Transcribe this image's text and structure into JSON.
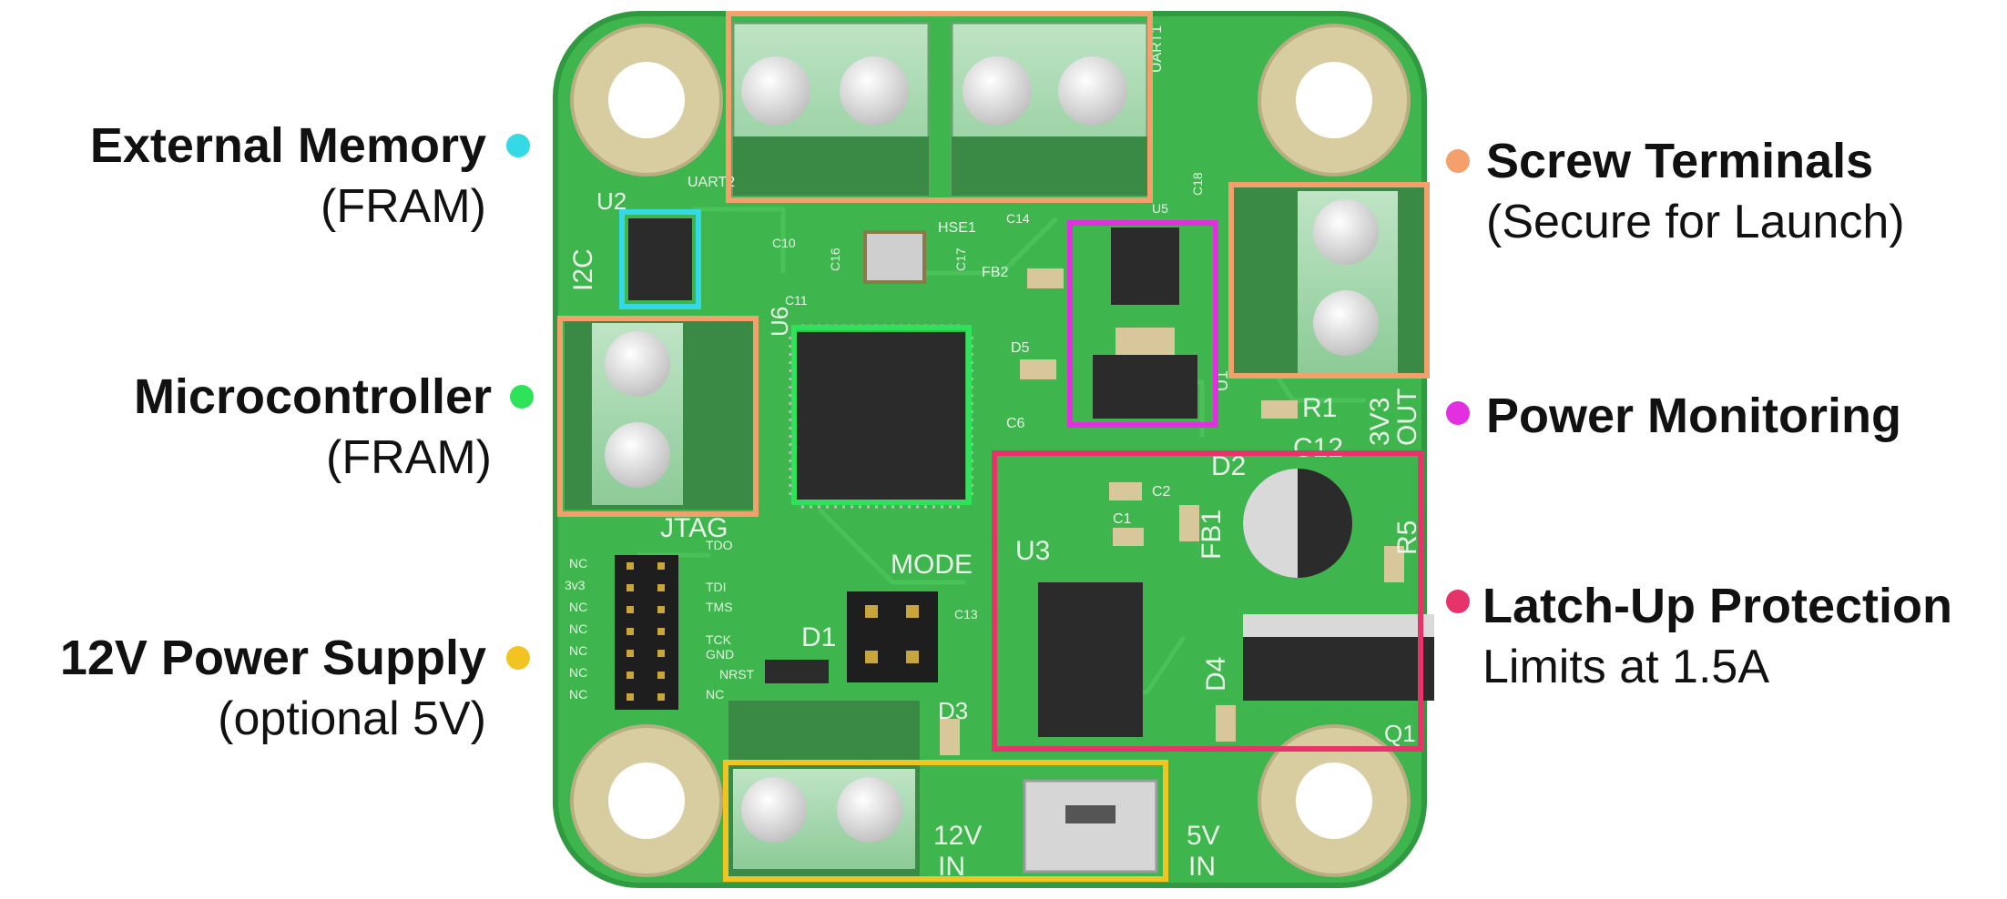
{
  "colors": {
    "board": "#3fb54e",
    "board_edge": "#2f9a3f",
    "copper": "#d8cda1",
    "silk": "#e8f5e8",
    "chip": "#2b2b2b",
    "terminal": "#a9d9b1",
    "memory": "#35d9e6",
    "micro": "#2ee35a",
    "power_supply": "#f2c421",
    "screw": "#f4a06c",
    "monitor": "#e230e0",
    "latchup": "#e6336a"
  },
  "labels": {
    "memory": {
      "title": "External Memory",
      "sub": "(FRAM)"
    },
    "micro": {
      "title": "Microcontroller",
      "sub": "(FRAM)"
    },
    "power_supply": {
      "title": "12V Power Supply",
      "sub": "(optional 5V)"
    },
    "screw": {
      "title": "Screw Terminals",
      "sub": "(Secure for Launch)"
    },
    "monitor": {
      "title": "Power Monitoring"
    },
    "latchup": {
      "title": "Latch-Up Protection",
      "sub": "Limits at 1.5A"
    }
  },
  "silkscreen": {
    "u2": "U2",
    "i2c": "I2C",
    "u6": "U6",
    "u5": "U5",
    "u3": "U3",
    "u1": "U1",
    "uart1": "UART1",
    "uart2": "UART2",
    "hse1": "HSE1",
    "fb2": "FB2",
    "fb1": "FB1",
    "r1": "R1",
    "r5": "R5",
    "d1": "D1",
    "d2": "D2",
    "d3": "D3",
    "d4": "D4",
    "d5": "D5",
    "q1": "Q1",
    "c12": "C12",
    "c1": "C1",
    "c2": "C2",
    "c6": "C6",
    "c13": "C13",
    "c10": "C10",
    "c11": "C11",
    "c14": "C14",
    "c16": "C16",
    "c17": "C17",
    "c18": "C18",
    "jtag": "JTAG",
    "mode": "MODE",
    "v12_in": "12V",
    "in_a": "IN",
    "v5_in": "5V",
    "in_b": "IN",
    "v3v3": "3V3",
    "out": "OUT",
    "jtag_left": [
      "NC",
      "3v3",
      "NC",
      "NC",
      "NC",
      "NC",
      "NC"
    ],
    "jtag_right": [
      "TDO",
      "TDI",
      "TMS",
      "TCK",
      "GND",
      "NRST",
      "NC"
    ]
  }
}
